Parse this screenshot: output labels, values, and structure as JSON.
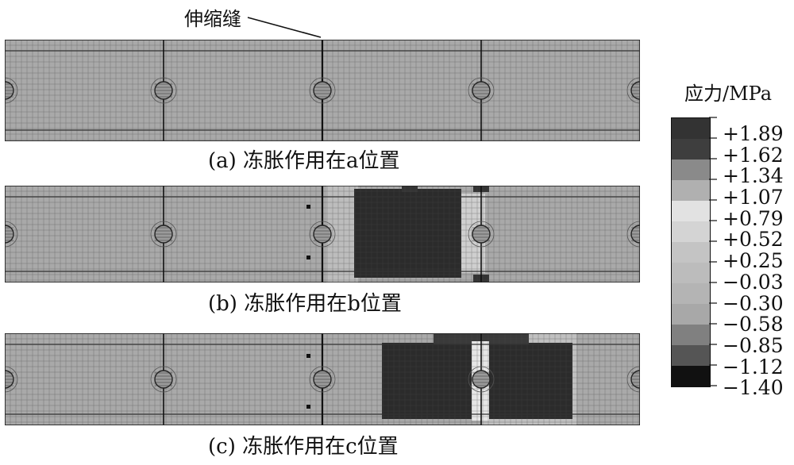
{
  "annotation": {
    "joint_label": "伸缩缝"
  },
  "panels": [
    {
      "id": "a",
      "caption": "(a) 冻胀作用在a位置"
    },
    {
      "id": "b",
      "caption": "(b) 冻胀作用在b位置"
    },
    {
      "id": "c",
      "caption": "(c) 冻胀作用在c位置"
    }
  ],
  "legend": {
    "title": "应力/MPa",
    "labels": [
      "+1.89",
      "+1.62",
      "+1.34",
      "+1.07",
      "+0.79",
      "+0.52",
      "+0.25",
      "−0.03",
      "−0.30",
      "−0.58",
      "−0.85",
      "−1.12",
      "−1.40"
    ],
    "colors": [
      "#333333",
      "#3e3e3e",
      "#8a8a8a",
      "#b0b0b0",
      "#e2e2e2",
      "#d4d4d4",
      "#c4c4c4",
      "#bcbcbc",
      "#b4b4b4",
      "#a8a8a8",
      "#808080",
      "#555555",
      "#111111"
    ]
  },
  "colors": {
    "mesh_base": "#a9a9a9",
    "mesh_line": "#4a4a4a",
    "frost_zone": "#2b2b2b",
    "joint_line": "#111111"
  }
}
